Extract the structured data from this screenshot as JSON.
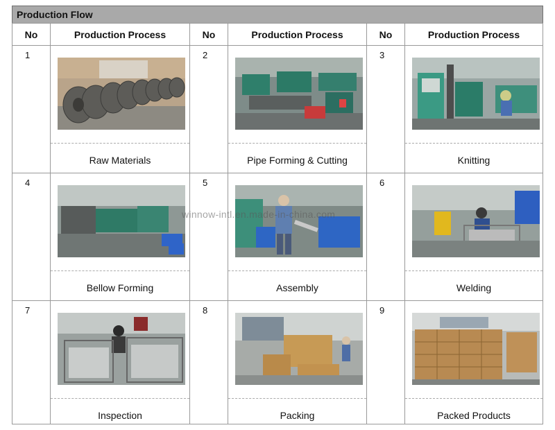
{
  "title": "Production Flow",
  "headers": [
    "No",
    "Production Process",
    "No",
    "Production Process",
    "No",
    "Production Process"
  ],
  "steps": [
    {
      "no": "1",
      "label": "Raw Materials",
      "photo": "coils-of-steel-strip-photo"
    },
    {
      "no": "2",
      "label": "Pipe Forming & Cutting",
      "photo": "pipe-forming-line-photo"
    },
    {
      "no": "3",
      "label": "Knitting",
      "photo": "braiding-machine-photo"
    },
    {
      "no": "4",
      "label": "Bellow Forming",
      "photo": "bellow-forming-machines-photo"
    },
    {
      "no": "5",
      "label": "Assembly",
      "photo": "assembly-worker-photo"
    },
    {
      "no": "6",
      "label": "Welding",
      "photo": "welding-station-photo"
    },
    {
      "no": "7",
      "label": "Inspection",
      "photo": "inspection-worker-photo"
    },
    {
      "no": "8",
      "label": "Packing",
      "photo": "packing-area-photo"
    },
    {
      "no": "9",
      "label": "Packed Products",
      "photo": "stacked-cartons-photo"
    }
  ],
  "watermark": "winnow-intl.en.made-in-china.com",
  "colors": {
    "title_bg": "#a9a9a9",
    "border": "#999999"
  }
}
